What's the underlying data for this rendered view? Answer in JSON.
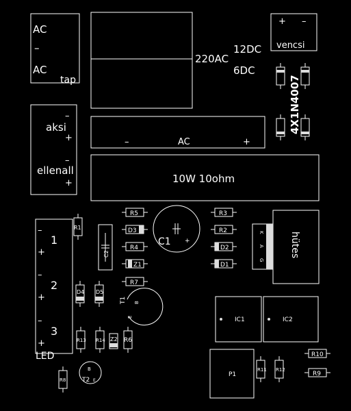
{
  "ac_block": {
    "line1": "AC",
    "dash": "–",
    "line2": "AC",
    "tap": "tap"
  },
  "transformer": {
    "label_220": "220AC",
    "label_12": "12DC",
    "label_6": "6DC"
  },
  "vencsi": {
    "plus": "+",
    "minus": "–",
    "label": "vencsi"
  },
  "bridge": {
    "label": "4X1N4007"
  },
  "aksi_block": {
    "minus1": "–",
    "aksi": "aksi",
    "plus1": "+",
    "minus2": "–",
    "ellenall": "ellenall",
    "plus2": "+"
  },
  "ac_strip": {
    "minus": "–",
    "ac": "AC",
    "plus": "+"
  },
  "resistor_big": {
    "label": "10W 10ohm"
  },
  "led_block": {
    "ch1": "1",
    "ch2": "2",
    "ch3": "3",
    "led": "LED",
    "minus1": "–",
    "plus1": "+",
    "minus2": "–",
    "plus2": "+",
    "minus3": "–",
    "plus3": "+"
  },
  "parts": {
    "r1": "R1",
    "r2": "R2",
    "r3": "R3",
    "r4": "R4",
    "r5": "R5",
    "r6": "R6",
    "r7": "R7",
    "r8": "R8",
    "r9": "R9",
    "r10": "R10",
    "r11": "R11",
    "r12": "R12",
    "r13": "R13",
    "r14": "R14",
    "c1": "C1",
    "c1_plus": "+",
    "c2": "C2",
    "d1": "D1",
    "d2": "D2",
    "d3": "D3",
    "d4": "D4",
    "d5": "D5",
    "z1": "Z1",
    "z2": "Z2",
    "t1": "T1",
    "t2": "T2",
    "t1_b": "B",
    "t1_e": "E",
    "t2_b": "B",
    "t2_e": "E",
    "ic1": "IC1",
    "ic2": "IC2",
    "p1": "P1"
  },
  "relay": {
    "k": "K",
    "a": "A",
    "g": "G",
    "label": "hütes"
  },
  "colors": {
    "background": "#000000",
    "stroke": "#ffffff",
    "pad": "#cccccc"
  }
}
